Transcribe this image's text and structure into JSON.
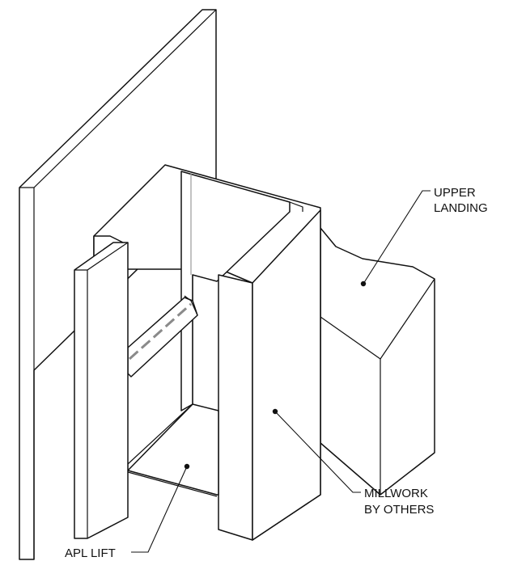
{
  "labels": {
    "upper_landing": [
      "UPPER",
      "LANDING"
    ],
    "millwork": [
      "MILLWORK",
      "BY OTHERS"
    ],
    "apl_lift": "APL LIFT"
  },
  "colors": {
    "line": "#111111",
    "background": "#ffffff",
    "hidden_line": "#9a9a9a"
  }
}
